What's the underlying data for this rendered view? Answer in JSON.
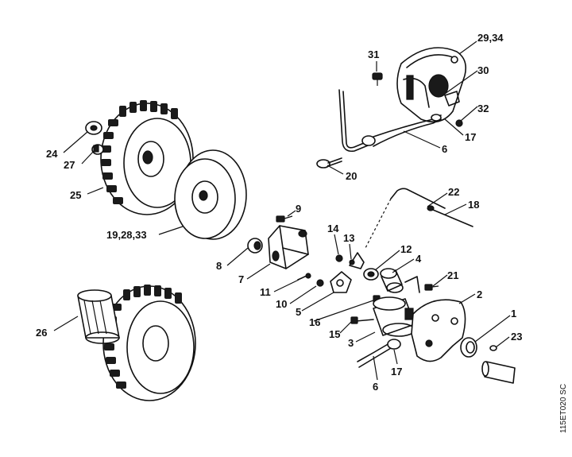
{
  "drawing_code": "115ET020 SC",
  "labels": {
    "l24": "24",
    "l27": "27",
    "l25": "25",
    "l19": "19,28,33",
    "l26": "26",
    "l31": "31",
    "l29": "29,34",
    "l30": "30",
    "l32": "32",
    "l17a": "17",
    "l6a": "6",
    "l20": "20",
    "l22": "22",
    "l18": "18",
    "l9": "9",
    "l14": "14",
    "l13": "13",
    "l12": "12",
    "l4": "4",
    "l8": "8",
    "l7": "7",
    "l11": "11",
    "l10": "10",
    "l5": "5",
    "l21": "21",
    "l2": "2",
    "l16": "16",
    "l1": "1",
    "l15": "15",
    "l3": "3",
    "l23": "23",
    "l17b": "17",
    "l6b": "6"
  }
}
